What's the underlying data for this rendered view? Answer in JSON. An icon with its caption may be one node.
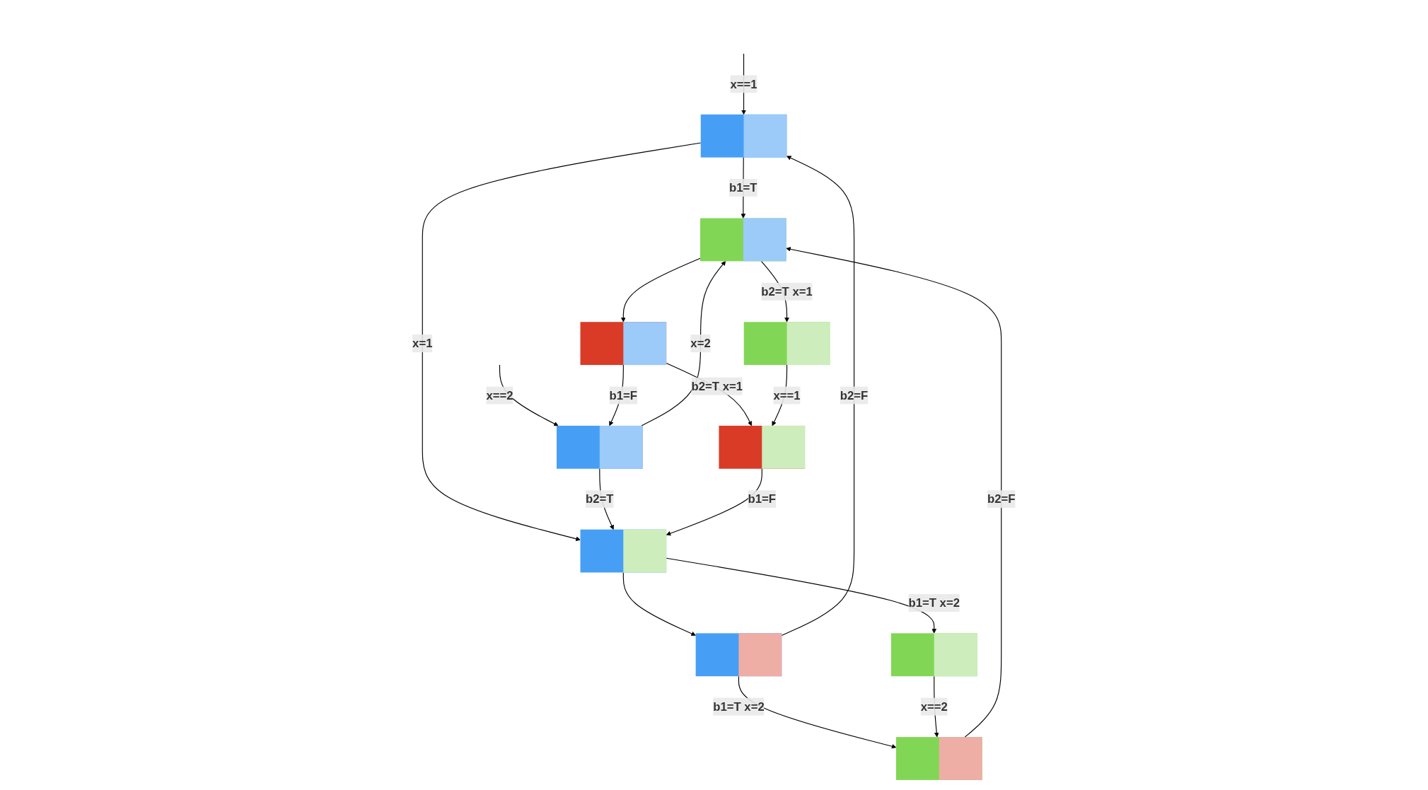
{
  "diagram": {
    "nodes": [
      {
        "text": [],
        "shape": "box"
      },
      {
        "text": [],
        "shape": "box"
      },
      {
        "text": [],
        "shape": "box"
      },
      {
        "text": [],
        "shape": "box"
      },
      {
        "text": [],
        "shape": "box"
      },
      {
        "text": [],
        "shape": "box"
      },
      {
        "text": [],
        "shape": "box"
      },
      {
        "text": [],
        "shape": "box"
      },
      {
        "text": [],
        "shape": "box"
      },
      {
        "text": [],
        "shape": "box"
      }
    ],
    "edges": [
      {
        "from": null,
        "to": 0,
        "arrow": "to",
        "label": "x==1"
      },
      {
        "from": null,
        "to": 1,
        "arrow": "to",
        "label": "x==2"
      },
      {
        "from": 2,
        "to": 1,
        "arrow": "to",
        "label": "b1=F"
      },
      {
        "from": 5,
        "to": 0,
        "arrow": "to",
        "label": "b2=F"
      },
      {
        "from": 0,
        "to": 3,
        "arrow": "to",
        "label": "b1=T"
      },
      {
        "from": 1,
        "to": 3,
        "arrow": "to",
        "label": "x=2"
      },
      {
        "from": 0,
        "to": 4,
        "arrow": "to",
        "label": "x=1"
      },
      {
        "from": 1,
        "to": 4,
        "arrow": "to",
        "label": "b2=T"
      },
      {
        "from": 3,
        "to": 2,
        "arrow": "to"
      },
      {
        "from": 4,
        "to": 5,
        "arrow": "to"
      },
      {
        "from": 3,
        "to": 6,
        "arrow": "to",
        "label": "b2=T x=1"
      },
      {
        "from": 4,
        "to": 7,
        "arrow": "to",
        "label": "b1=T x=2"
      },
      {
        "from": 2,
        "to": 8,
        "arrow": "to",
        "label": "b2=T x=1"
      },
      {
        "from": 5,
        "to": 9,
        "arrow": "to",
        "label": "b1=T x=2"
      },
      {
        "from": 6,
        "to": 8,
        "arrow": "to",
        "label": "x==1"
      },
      {
        "from": 7,
        "to": 9,
        "arrow": "to",
        "label": "x==2"
      },
      {
        "from": 8,
        "to": 4,
        "arrow": "to",
        "label": "b1=F"
      },
      {
        "from": 9,
        "to": 3,
        "arrow": "to",
        "label": "b2=F"
      }
    ]
  }
}
